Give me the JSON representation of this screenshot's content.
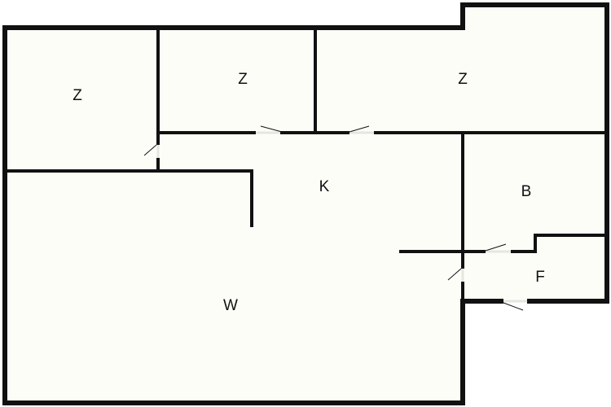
{
  "floor_plan": {
    "background_color": "#fdfdf8",
    "wall_color": "#111111",
    "rooms": [
      {
        "id": "room-z-left",
        "label": "Z"
      },
      {
        "id": "room-z-middle",
        "label": "Z"
      },
      {
        "id": "room-z-right",
        "label": "Z"
      },
      {
        "id": "room-k",
        "label": "K"
      },
      {
        "id": "room-b",
        "label": "B"
      },
      {
        "id": "room-w",
        "label": "W"
      },
      {
        "id": "room-f",
        "label": "F"
      }
    ]
  }
}
